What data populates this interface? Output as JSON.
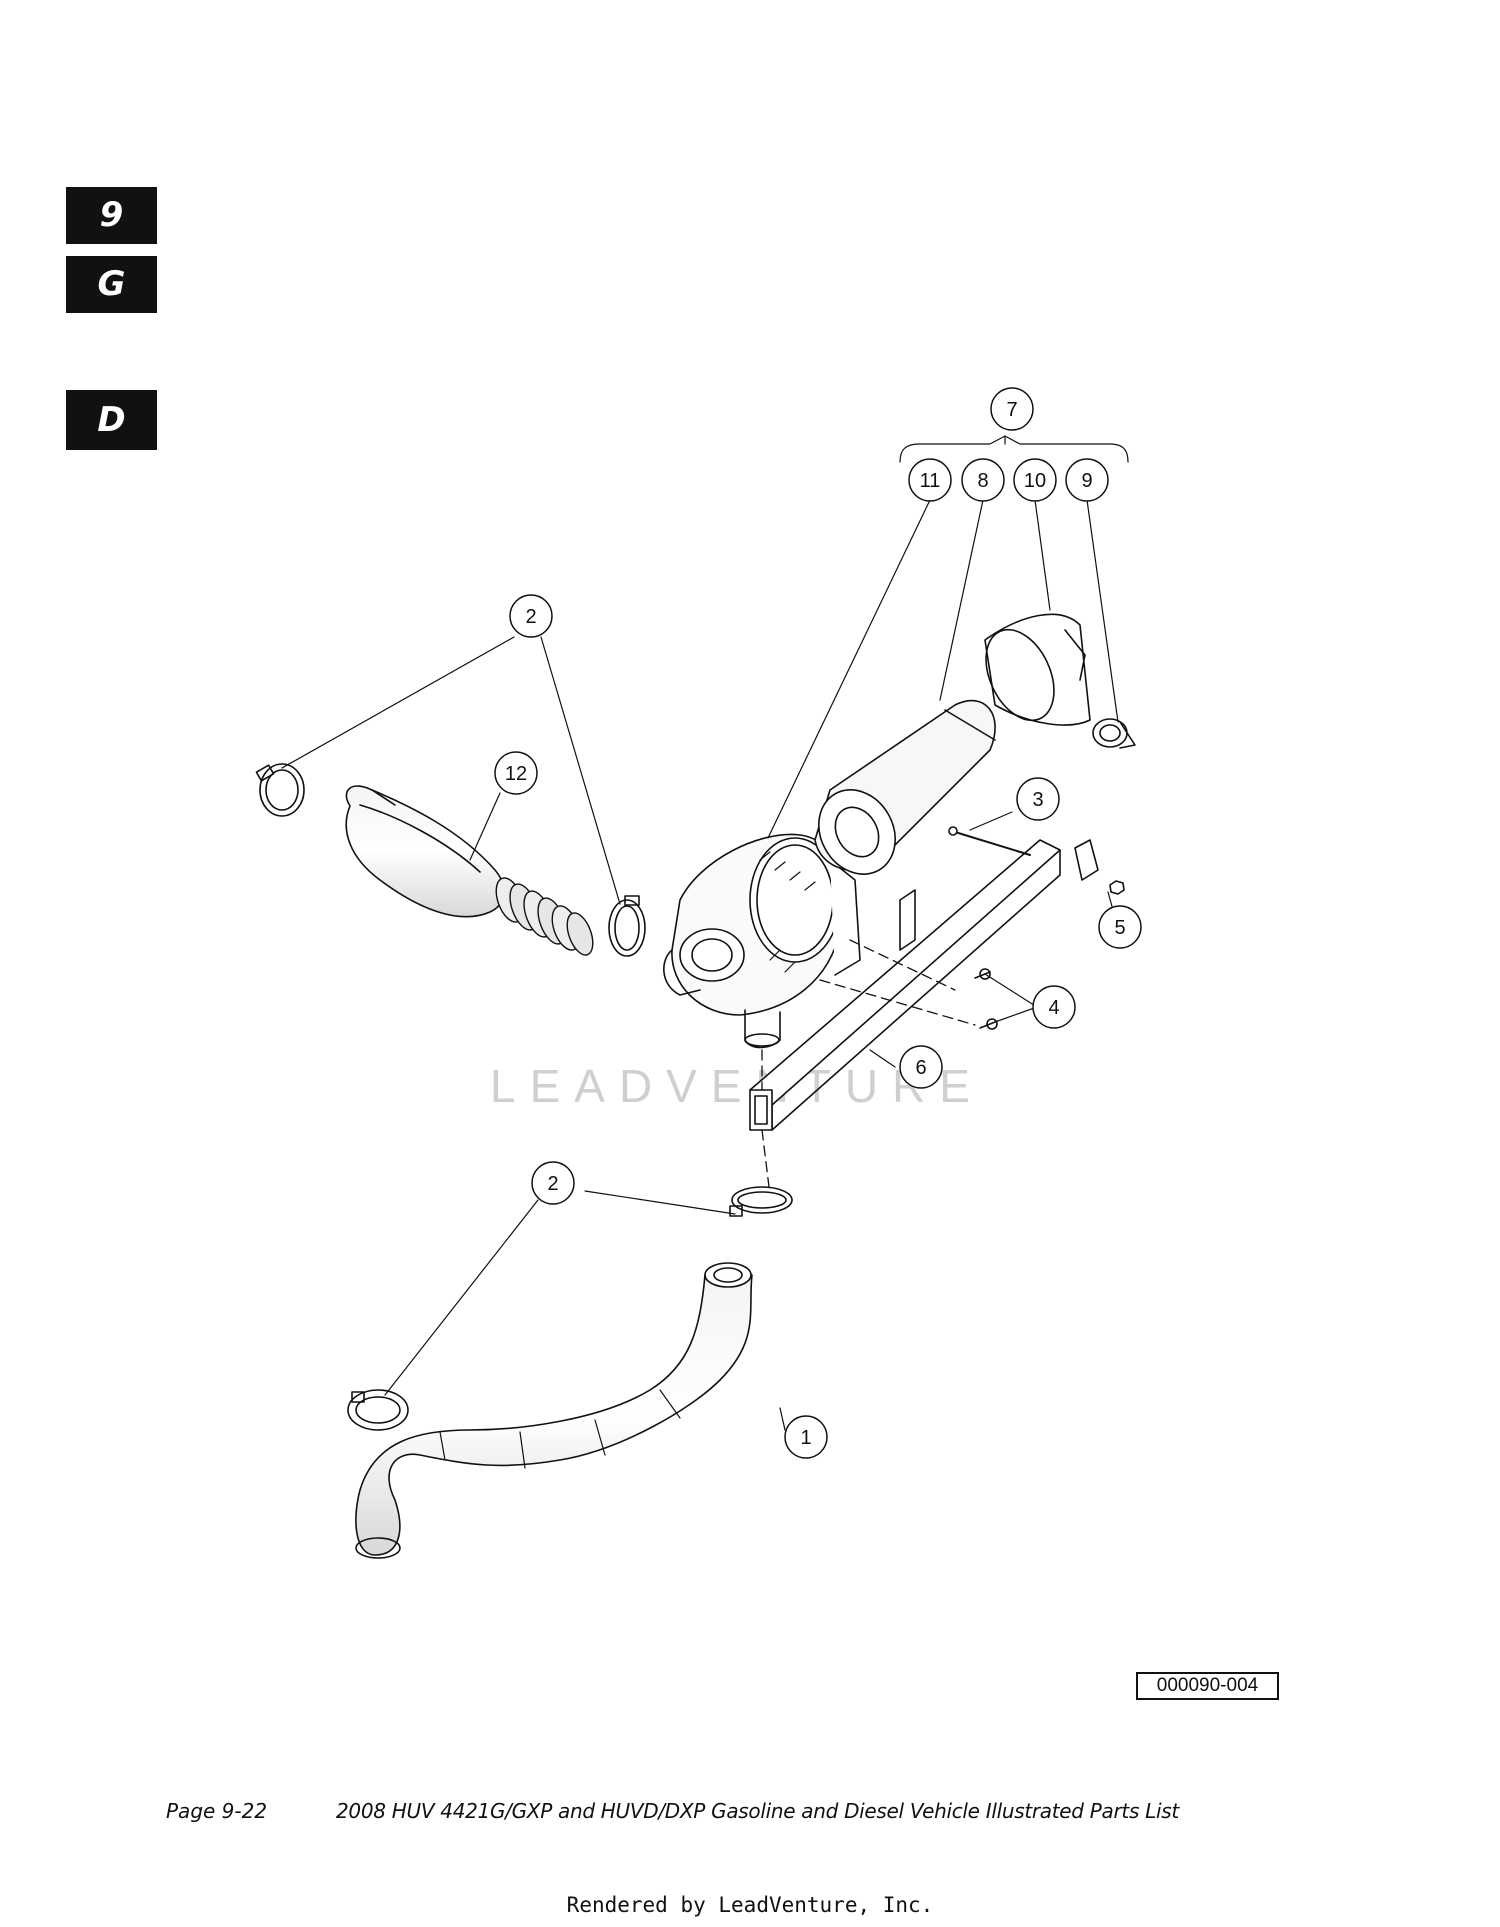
{
  "side_tabs": {
    "tab1": "9",
    "tab2": "G",
    "tab3": "D"
  },
  "watermark": "LEADVENTURE",
  "callouts": {
    "c1": "1",
    "c2a": "2",
    "c2b": "2",
    "c3": "3",
    "c4": "4",
    "c5": "5",
    "c6": "6",
    "c7": "7",
    "c8": "8",
    "c9": "9",
    "c10": "10",
    "c11": "11",
    "c12": "12"
  },
  "drawing_number": "000090-004",
  "footer": {
    "page_number": "Page 9-22",
    "document_title": "2008 HUV 4421G/GXP and HUVD/DXP Gasoline and Diesel Vehicle Illustrated Parts List"
  },
  "render_credit": "Rendered by LeadVenture, Inc.",
  "colors": {
    "ink": "#111111",
    "tab_background": "#111111",
    "watermark": "#cfcfcf"
  }
}
